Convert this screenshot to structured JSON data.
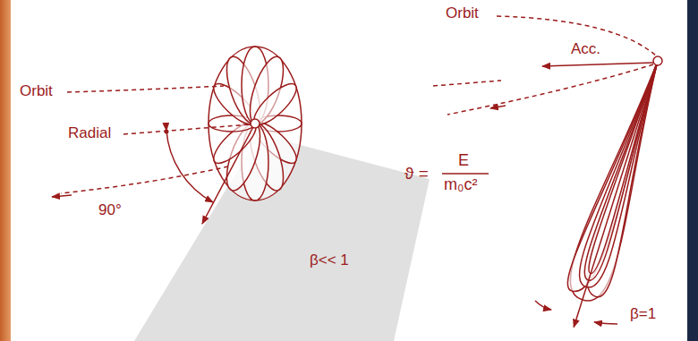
{
  "diagram": {
    "labels": [
      "Orbit",
      "Radial",
      "90°",
      "Orbit",
      "Acc.",
      "ϑ =",
      "E",
      "m₀c²",
      "β<< 1",
      "β=1"
    ]
  }
}
